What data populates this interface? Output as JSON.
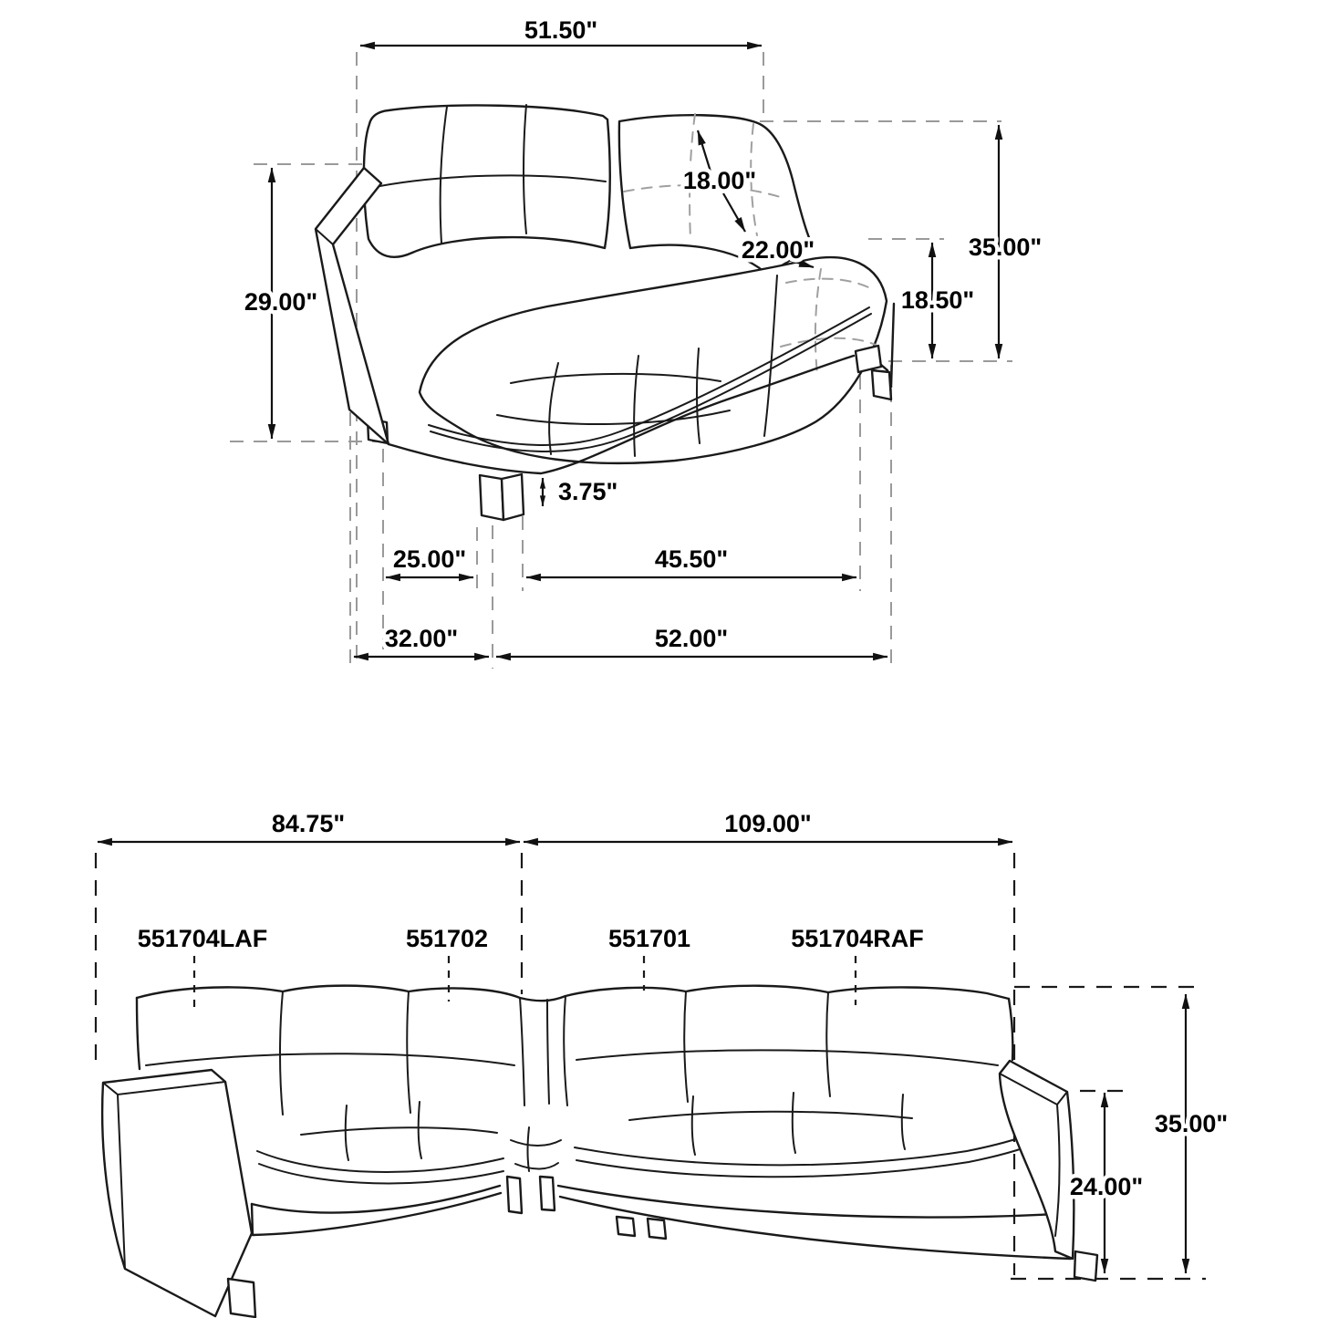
{
  "loveseat": {
    "back_width": "51.50\"",
    "back_cushion": "18.00\"",
    "seat_depth": "22.00\"",
    "overall_height": "35.00\"",
    "seat_height": "18.50\"",
    "arm_height": "29.00\"",
    "leg_height": "3.75\"",
    "leg_span": "25.00\"",
    "seat_width": "45.50\"",
    "depth": "32.00\"",
    "width": "52.00\""
  },
  "sectional": {
    "left_width": "84.75\"",
    "right_width": "109.00\"",
    "height": "35.00\"",
    "arm_height": "24.00\"",
    "part_laf": "551704LAF",
    "part_corner": "551702",
    "part_armless": "551701",
    "part_raf": "551704RAF"
  },
  "colors": {
    "line": "#1a1a1a",
    "dash": "#9a9a9a",
    "text": "#000000"
  }
}
